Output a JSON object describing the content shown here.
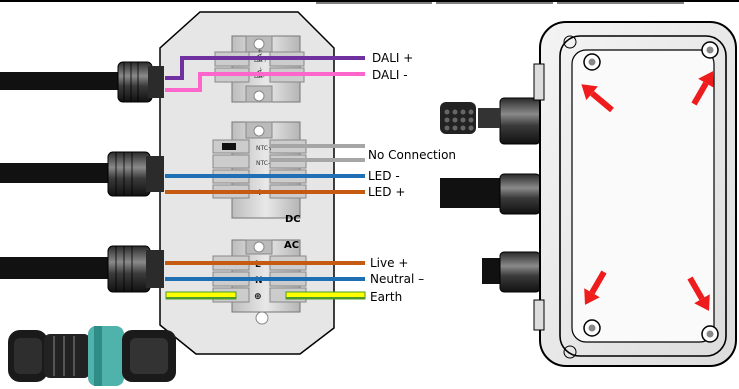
{
  "labels": {
    "dali_plus": "DALI +",
    "dali_minus": "DALI -",
    "no_connection": "No Connection",
    "led_minus": "LED -",
    "led_plus": "LED +",
    "live": "Live +",
    "neutral": "Neutral –",
    "earth": "Earth",
    "dc": "DC",
    "ac": "AC"
  },
  "terminal_marks": {
    "dali_top_1": "DA+",
    "dali_top_2": "DA+",
    "dali_bot_1": "DA-",
    "dali_bot_2": "DA-",
    "ntc_1": "NTC+",
    "ntc_2": "NTC-",
    "minus": "–",
    "plus": "+",
    "live_mark": "L",
    "neutral_mark": "N",
    "earth_mark": "⊕"
  },
  "colors": {
    "dali_plus_wire": "#7030a0",
    "dali_minus_wire": "#ff66cc",
    "ntc_wire": "#a6a6a6",
    "led_minus_wire": "#1f6fb5",
    "led_plus_wire": "#c55a11",
    "live_wire": "#c55a11",
    "neutral_wire": "#1f6fb5",
    "earth_wire_a": "#ffff00",
    "earth_wire_b": "#4c9a2a",
    "arrow": "#ee1c1c",
    "plate": "#e6e6e6",
    "cable": "#111111"
  }
}
